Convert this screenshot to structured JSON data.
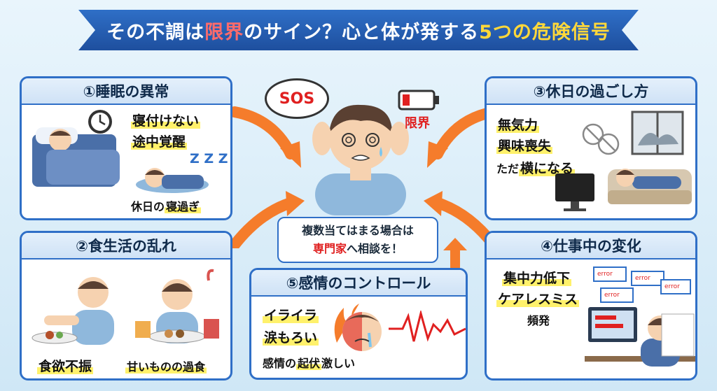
{
  "title": {
    "part1": "その不調は",
    "part2": "限界",
    "part3": "のサイン？心と体が発する",
    "part4": "5つの危険信号"
  },
  "center": {
    "sos": "SOS",
    "limit_label": "限界",
    "note_line1": "複数当てはまる場合は",
    "note_line2_red": "専門家",
    "note_line2_rest": "へ相談を！"
  },
  "panel1": {
    "title": "①睡眠の異常",
    "item1": "寝付けない",
    "item2": "途中覚醒",
    "zzz": "Z Z Z",
    "item3_pre": "休日の",
    "item3_mark": "寝過ぎ"
  },
  "panel2": {
    "title": "②食生活の乱れ",
    "item1": "食欲不振",
    "item2": "甘いものの過食"
  },
  "panel3": {
    "title": "③休日の過ごし方",
    "item1": "無気力",
    "item2": "興味喪失",
    "item3_pre": "ただ",
    "item3_mark": "横になる"
  },
  "panel4": {
    "title": "④仕事中の変化",
    "item1": "集中力低下",
    "item2": "ケアレスミス",
    "item3": "頻発",
    "error_label": "error"
  },
  "panel5": {
    "title": "⑤感情のコントロール",
    "item1": "イライラ",
    "item2": "涙もろい",
    "item3_pre": "感情の",
    "item3_mark": "起伏",
    "item3_post": "激しい"
  },
  "colors": {
    "accent_blue": "#2f6fc7",
    "alert_red": "#e02020",
    "highlight_yellow": "#fff16b",
    "arrow_orange": "#f57c2b"
  }
}
